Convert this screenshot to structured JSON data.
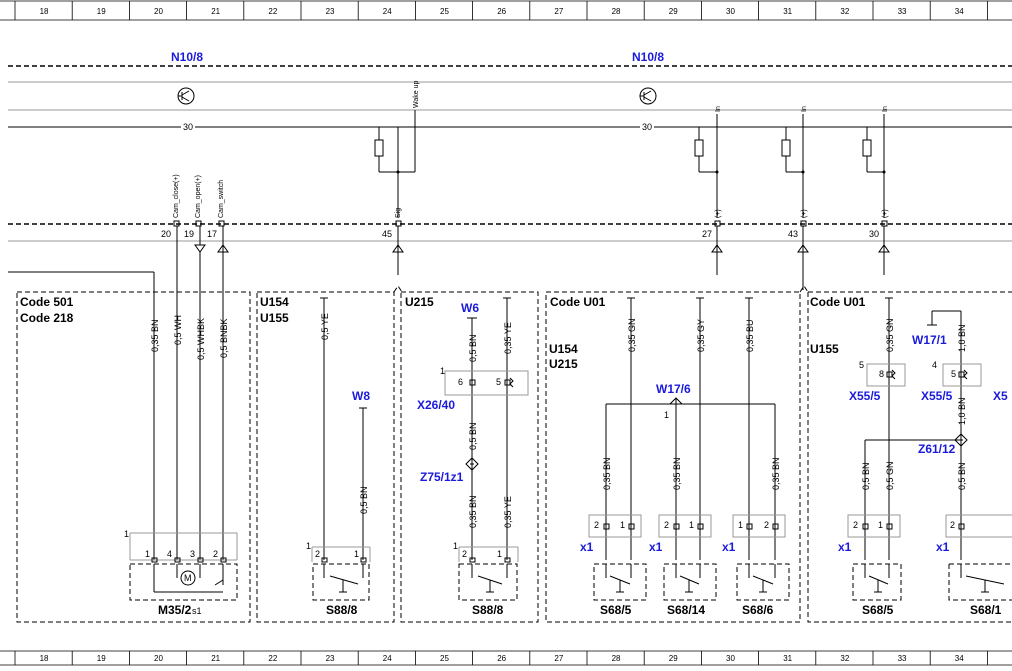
{
  "ruler": {
    "columns": [
      "18",
      "19",
      "20",
      "21",
      "22",
      "23",
      "24",
      "25",
      "26",
      "27",
      "28",
      "29",
      "30",
      "31",
      "32",
      "33",
      "34"
    ]
  },
  "modules": {
    "n10_8_left": "N10/8",
    "n10_8_right": "N10/8"
  },
  "bus": {
    "line_30_left": "30",
    "line_30_right": "30",
    "wake_up": "Wake up",
    "in_1": "In",
    "in_2": "In",
    "in_3": "In"
  },
  "pins": {
    "p20": "20",
    "p19": "19",
    "p17": "17",
    "p45": "45",
    "p27": "27",
    "p43": "43",
    "p30": "30"
  },
  "pin_labels": {
    "cam_close": "Cam_close(+)",
    "cam_open": "Cam_open(+)",
    "cam_switch": "Cam_switch",
    "sig": "Sig",
    "plus_1": "(+)",
    "plus_2": "(+)",
    "plus_3": "(+)"
  },
  "codes": {
    "code501": "Code 501",
    "code218": "Code 218",
    "u154_a": "U154",
    "u155_a": "U155",
    "u215_a": "U215",
    "code_u01_a": "Code U01",
    "u154_b": "U154",
    "u215_b": "U215",
    "code_u01_b": "Code U01",
    "u155_b": "U155"
  },
  "wires": {
    "w_035bn_a": "0,35 BN",
    "w_05wh": "0,5 WH",
    "w_05whbk": "0,5 WHBK",
    "w_05bnbk": "0,5 BNBK",
    "w_05ye_a": "0,5 YE",
    "w_05bn_a": "0,5 BN",
    "w_05bn_b": "0,5 BN",
    "w_035ye_a": "0,35 YE",
    "w_05bn_c": "0,5 BN",
    "w_035bn_b": "0,35 BN",
    "w_035ye_b": "0,35 YE",
    "w_035gn_a": "0,35 GN",
    "w_035gy": "0,35 GY",
    "w_035bu": "0,35 BU",
    "w_035bn_c": "0,35 BN",
    "w_035bn_d": "0,35 BN",
    "w_035bn_e": "0,35 BN",
    "w_035gn_b": "0,35 GN",
    "w_10bn_a": "1,0 BN",
    "w_10bn_b": "1,0 BN",
    "w_05bn_d": "0,5 BN",
    "w_05gn": "0,5 GN",
    "w_05bn_e": "0,5 BN"
  },
  "components": {
    "w8": "W8",
    "w6": "W6",
    "x26_40": "X26/40",
    "z75_1z1": "Z75/1z1",
    "w17_6": "W17/6",
    "w17_1": "W17/1",
    "x55_5_a": "X55/5",
    "x55_5_b": "X55/5",
    "x5_cut": "X5",
    "z61_12": "Z61/12",
    "m35_2": "M35/2",
    "s1": "s1",
    "s88_8_a": "S88/8",
    "s88_8_b": "S88/8",
    "s68_5_a": "S68/5",
    "s68_14": "S68/14",
    "s68_6": "S68/6",
    "s68_5_b": "S68/5",
    "s68_1_cut": "S68/1",
    "x1_a": "x1",
    "x1_b": "x1",
    "x1_c": "x1",
    "x1_d": "x1",
    "x1_e": "x1"
  },
  "pin_numbers": {
    "n1": "1",
    "n2": "2",
    "n3": "3",
    "n4": "4",
    "n5": "5",
    "n6": "6",
    "n8": "8"
  },
  "colors": {
    "label_blue": "#1a1adb",
    "line": "#000000"
  }
}
